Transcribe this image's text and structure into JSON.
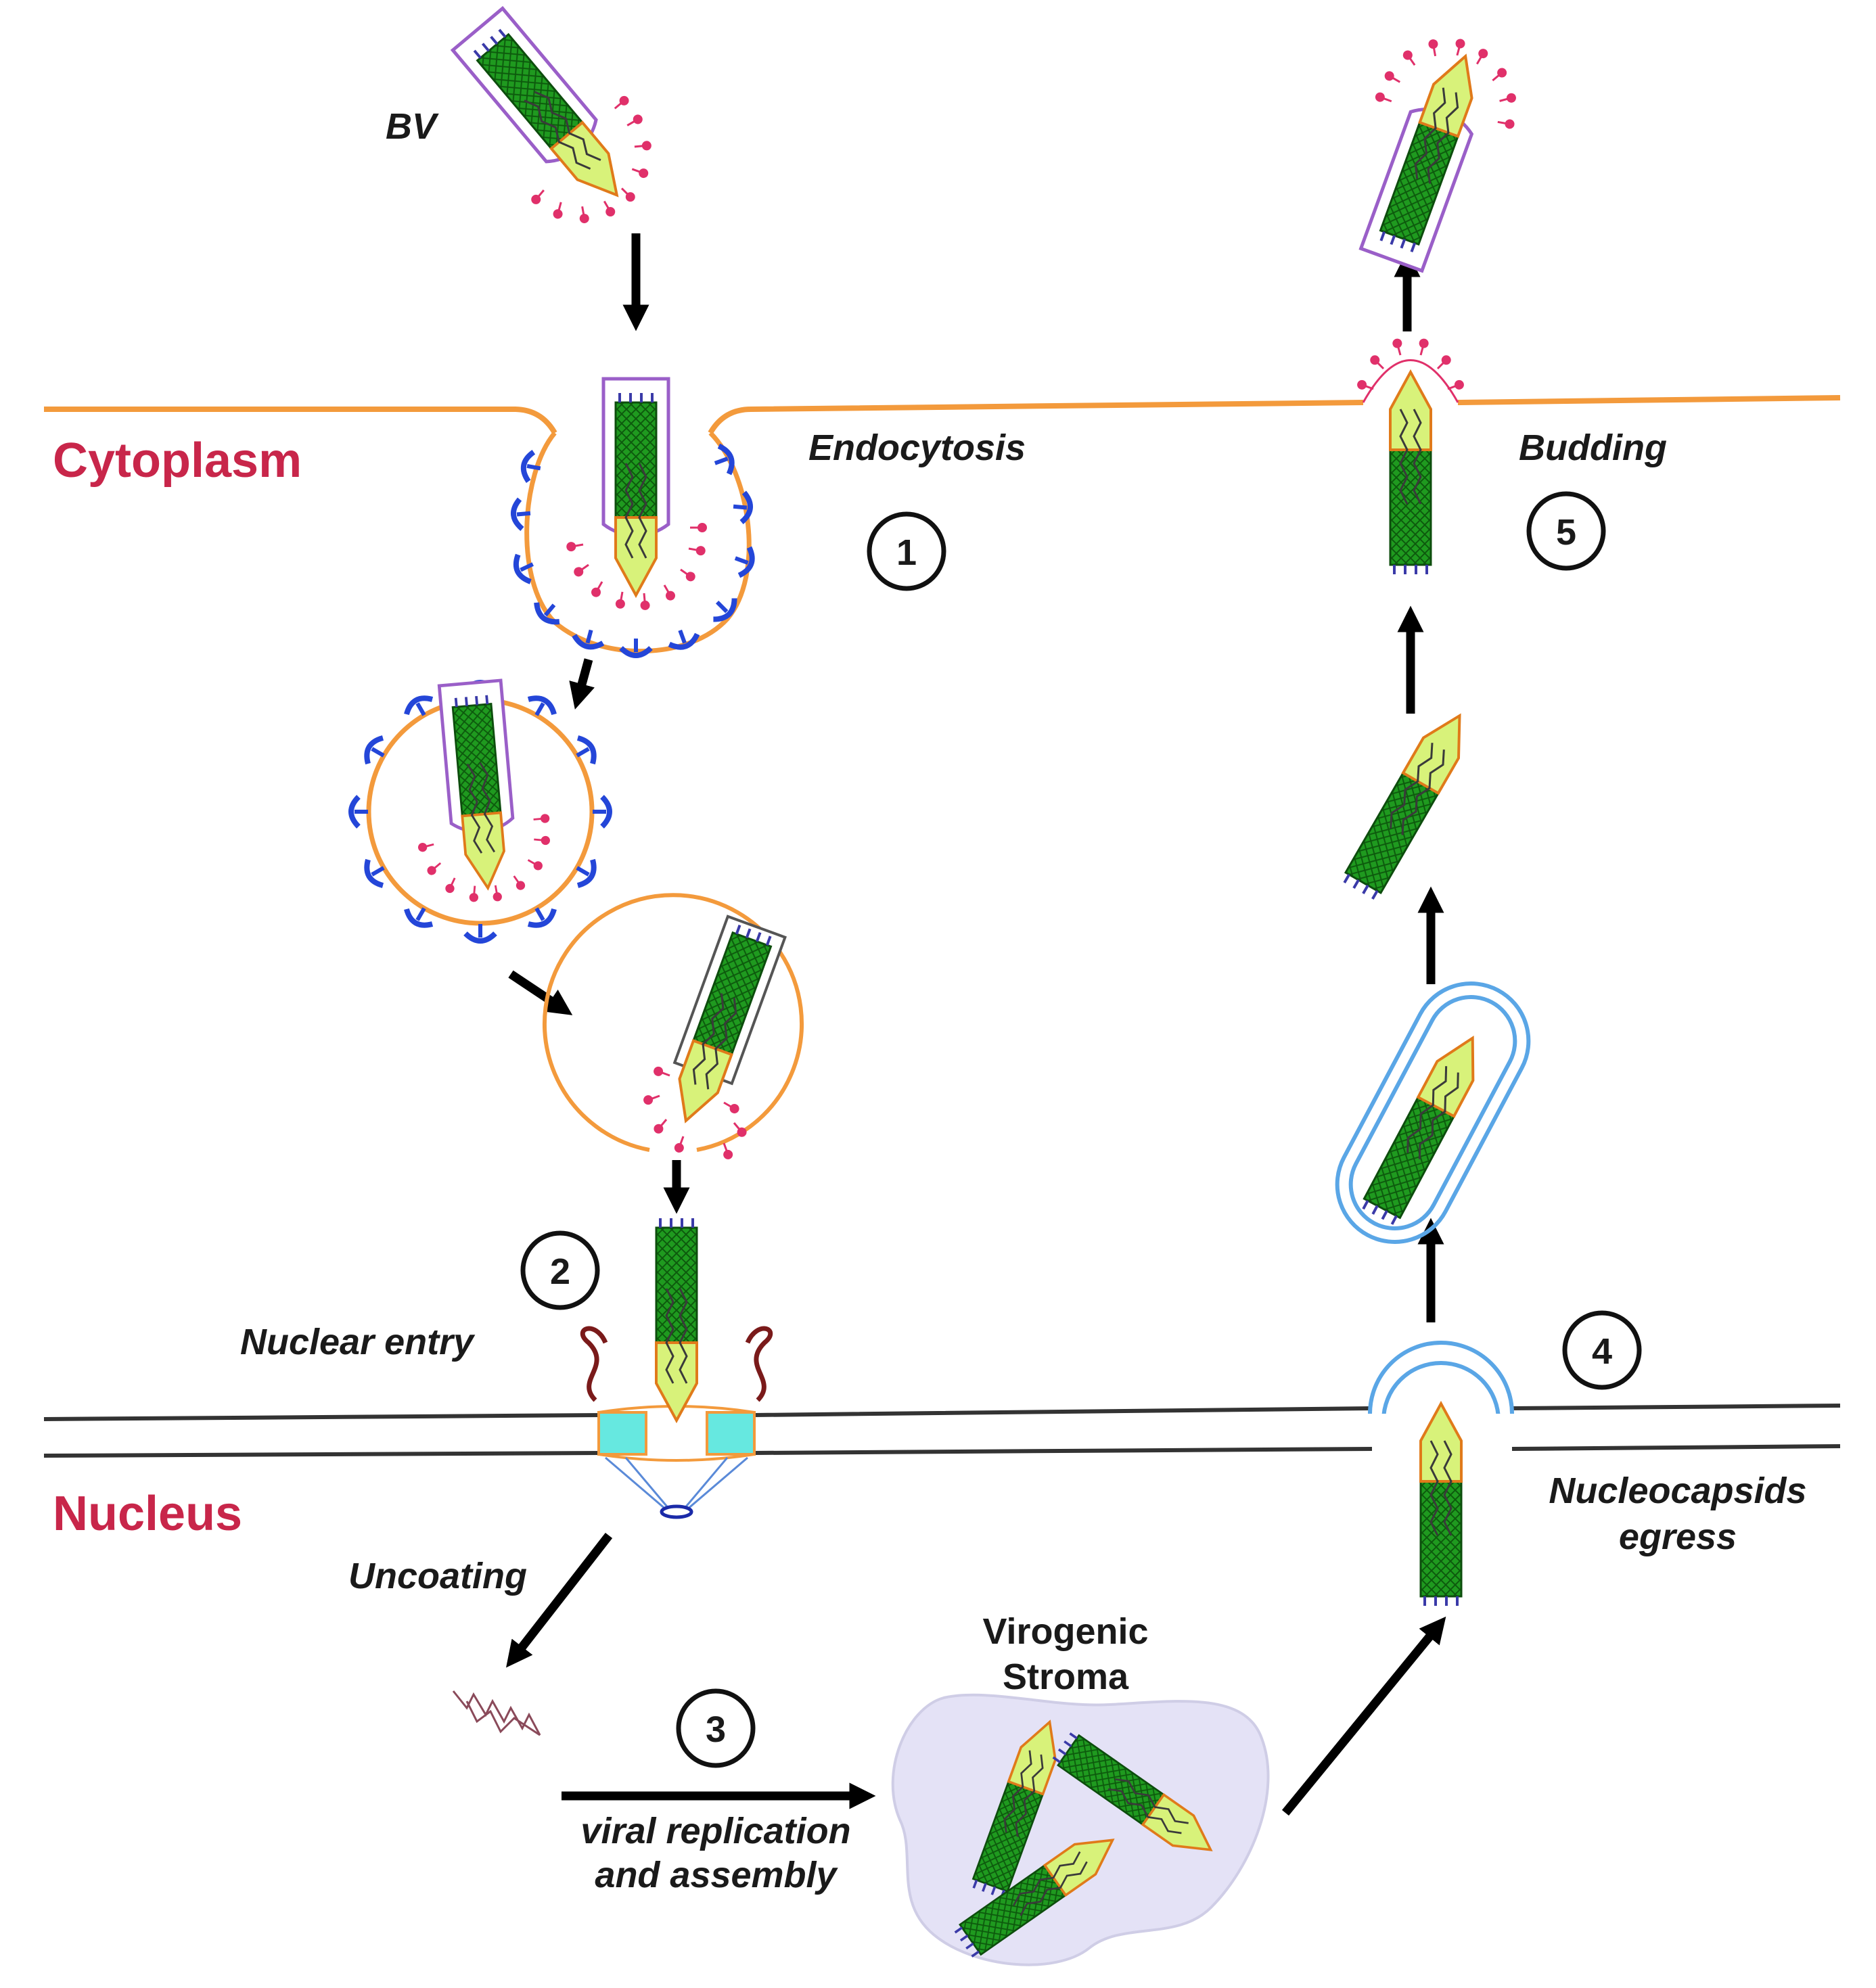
{
  "regions": {
    "cytoplasm": "Cytoplasm",
    "nucleus": "Nucleus"
  },
  "labels": {
    "bv": "BV",
    "endocytosis": "Endocytosis",
    "budding": "Budding",
    "nuclear_entry": "Nuclear entry",
    "uncoating": "Uncoating",
    "egress_line1": "Nucleocapsids",
    "egress_line2": "egress",
    "replication_line1": "viral replication",
    "replication_line2": "and assembly",
    "stroma_line1": "Virogenic",
    "stroma_line2": "Stroma"
  },
  "steps": [
    "1",
    "2",
    "3",
    "4",
    "5"
  ],
  "colors": {
    "region_label": "#c8264a",
    "plasma_membrane": "#f39a3c",
    "clathrin": "#2446d8",
    "capsid_green": "#1a8a1a",
    "capsid_tip": "#d8f27a",
    "envelope": "#9a5fc8",
    "peplomer": "#e0306a",
    "nuclear_envelope": "#333333",
    "nuclear_pore": "#66e8e0",
    "egress_vesicle": "#5aa6e6",
    "stroma": "#e4e2f6"
  }
}
